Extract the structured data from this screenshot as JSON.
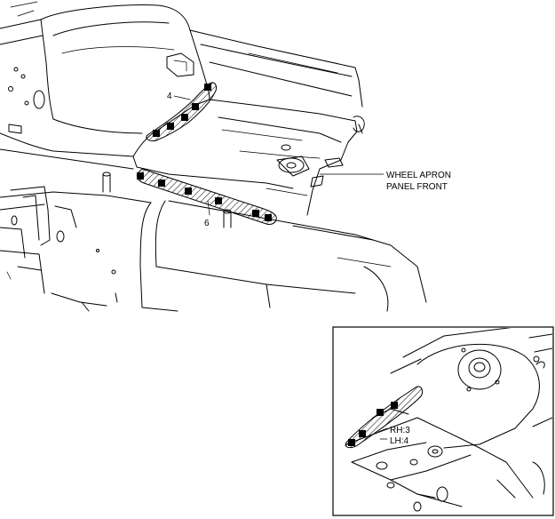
{
  "main_view": {
    "label_4": "4",
    "label_6": "6",
    "part_label_line1": "WHEEL APRON",
    "part_label_line2": "PANEL FRONT"
  },
  "inset_view": {
    "label_rh": "RH:3",
    "label_lh": "LH:4"
  },
  "colors": {
    "line": "#000000",
    "background": "#ffffff",
    "weld_spot": "#000000"
  }
}
